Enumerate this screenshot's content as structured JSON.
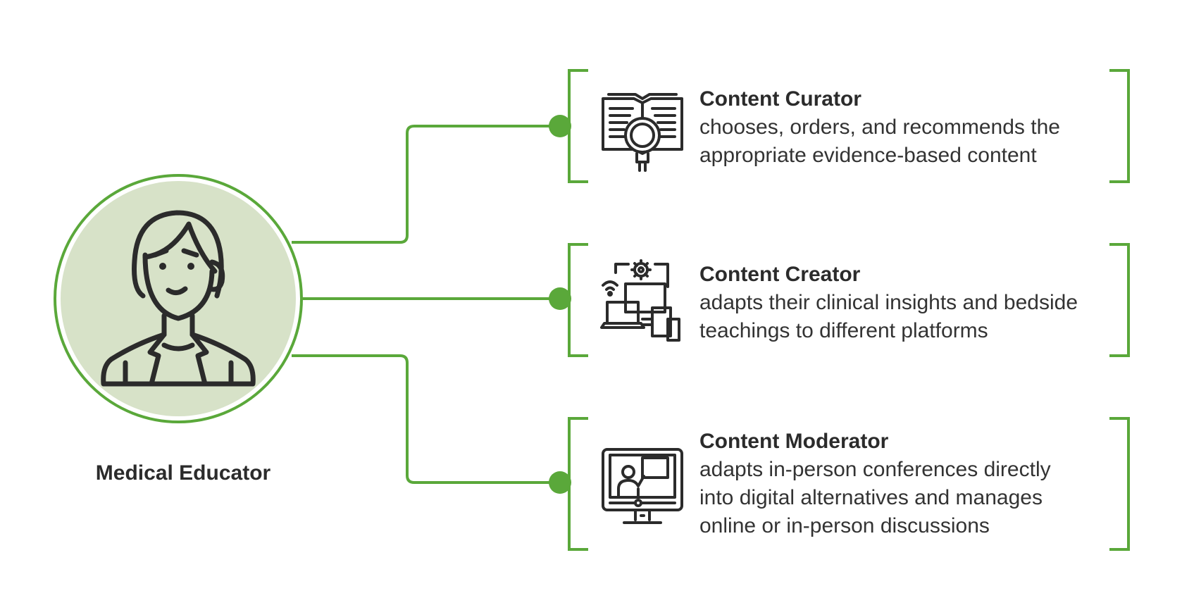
{
  "colors": {
    "accent_green": "#5aa83a",
    "circle_fill": "#d7e2c8",
    "icon_stroke": "#2b2b2b",
    "text": "#2b2b2b"
  },
  "person": {
    "label": "Medical Educator",
    "icon": "woman-avatar-icon"
  },
  "roles": [
    {
      "title": "Content Curator",
      "description_lines": [
        "chooses, orders, and recommends the",
        "appropriate evidence-based content"
      ],
      "icon": "book-magnifier-icon"
    },
    {
      "title": "Content Creator",
      "description_lines": [
        "adapts their clinical insights and bedside",
        "teachings to different platforms"
      ],
      "icon": "devices-gear-icon"
    },
    {
      "title": "Content Moderator",
      "description_lines": [
        "adapts in-person conferences directly",
        "into digital alternatives and manages",
        "online or in-person discussions"
      ],
      "icon": "monitor-presenter-icon"
    }
  ]
}
